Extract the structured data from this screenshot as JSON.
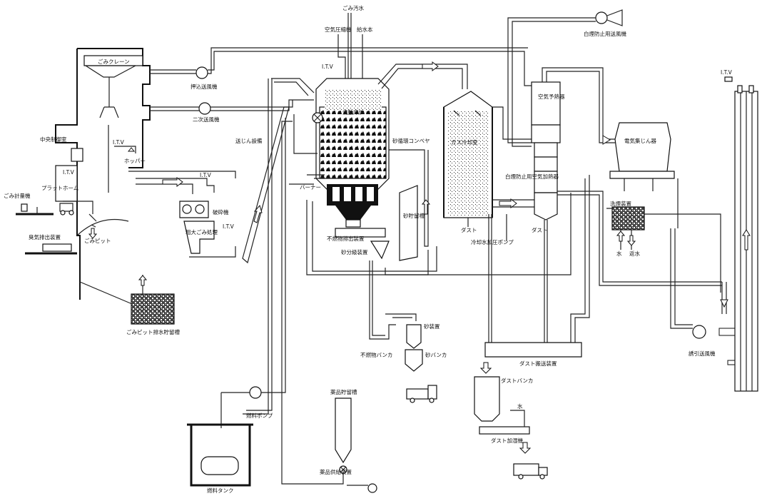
{
  "labels": {
    "gomi_osui": "ごみ汚水",
    "kuuki_asshukuki": "空気圧縮機",
    "gesuisui": "給水本",
    "itv_furnace": "I.T.V",
    "gomi_crane": "ごみクレーン",
    "oshikomi_souhuuki": "押込送風機",
    "niji_souhuuki": "二次送風機",
    "chuuou_seigyoshitsu": "中央制御室",
    "itv_hopper": "I.T.V",
    "hopper": "ホッパー",
    "itv_platform": "I.T.V",
    "platform": "プラットホーム",
    "gomi_keiryouki": "ごみ計量機",
    "hiroi_dasshuu": "臭気排出装置",
    "gomi_pit": "ごみピット",
    "gomi_pit_haisui": "ごみピット排水貯留槽",
    "itv_crusher": "I.T.V",
    "hasaiki": "破砕機",
    "itv_crusher2": "I.T.V",
    "sodai_shori": "粗大ごみ処理",
    "okuri_kouro": "送じん設備",
    "furnace": "流動床炉",
    "burner": "バーナー",
    "sunajunkan_conveyor": "砂循環コンベヤ",
    "funenbutsu_haishutsu": "不燃物排出装置",
    "suna_bunri": "砂分級装置",
    "suna_chozou": "砂貯留槽",
    "gas_reikyaku": "ガス冷却室",
    "dust1": "ダスト",
    "reikyakusui_pump": "冷却水加圧ポンプ",
    "hakuen_fan": "白煙防止用送風機",
    "kuuki_yonetsuki": "空気予熱器",
    "hakuen_yonetsuki": "白煙防止用空気加熱器",
    "dust2": "ダスト",
    "denki_shuujin": "電気集じん器",
    "senjou_tou": "洗煙装置",
    "mizu1": "水",
    "mizu2": "返水",
    "yuuin_fan": "誘引送風機",
    "itv_stack": "I.T.V",
    "dust_hansou": "ダスト搬送装置",
    "dust_bunker": "ダストバンカ",
    "mizu_dust": "水",
    "dust_kakuhan": "ダスト加湿機",
    "suna_w": "砂装置",
    "funen_bunker": "不燃物バンカ",
    "suna_bunker": "砂バンカ",
    "nenryou_pump": "燃料ポンプ",
    "nenryou_tank": "燃料タンク",
    "yakuhin_chozou": "薬品貯留槽",
    "yakuhin_kyoukyuu": "薬品供給装置"
  }
}
